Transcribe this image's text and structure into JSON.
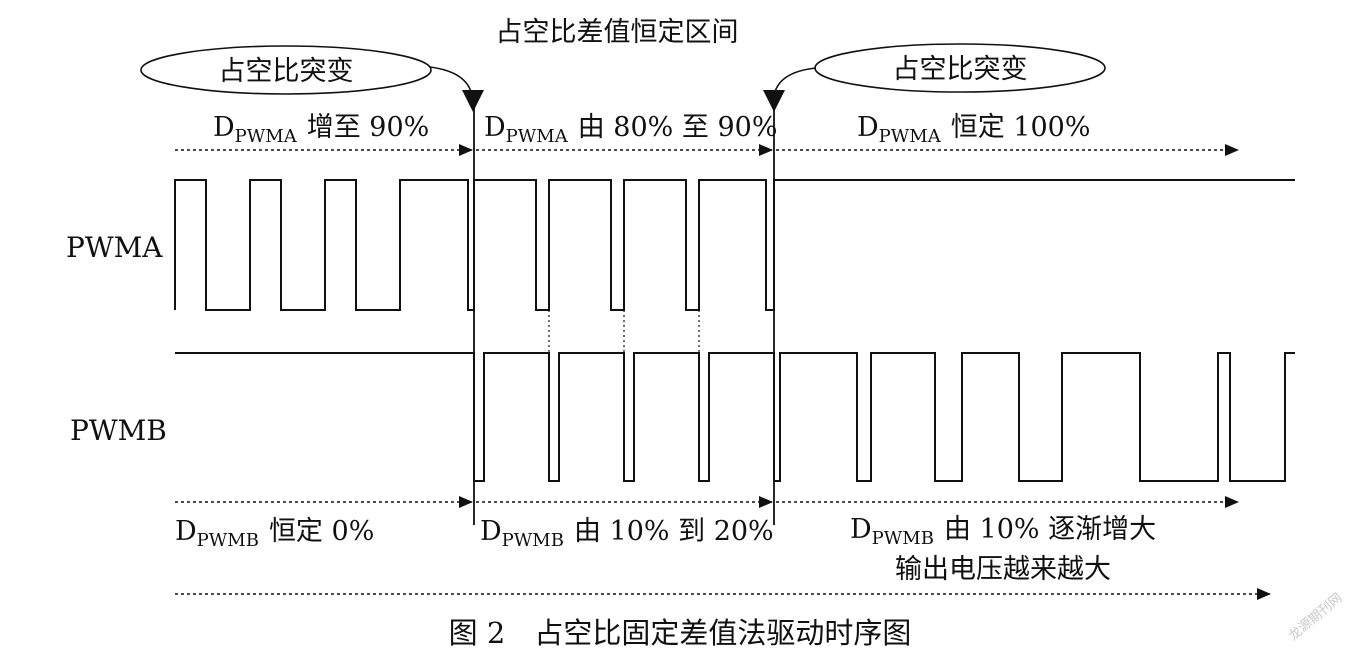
{
  "diagram": {
    "section_title": "占空比差值恒定区间",
    "callout_left": "占空比突变",
    "callout_right": "占空比突变",
    "phase1_top": {
      "symbol": "D",
      "subscript": "PWMA",
      "text": "增至 90%"
    },
    "phase2_top": {
      "symbol": "D",
      "subscript": "PWMA",
      "text": "由 80% 至 90%"
    },
    "phase3_top": {
      "symbol": "D",
      "subscript": "PWMA",
      "text": "恒定 100%"
    },
    "signal_a_label": "PWMA",
    "signal_b_label": "PWMB",
    "phase1_bottom": {
      "symbol": "D",
      "subscript": "PWMB",
      "text": "恒定 0%"
    },
    "phase2_bottom": {
      "symbol": "D",
      "subscript": "PWMB",
      "text": "由 10% 到 20%"
    },
    "phase3_bottom": {
      "symbol": "D",
      "subscript": "PWMB",
      "text": "由 10% 逐渐增大"
    },
    "output_note": "输出电压越来越大",
    "caption": "图 2　占空比固定差值法驱动时序图",
    "watermark": "龙源期刊网"
  },
  "colors": {
    "line": "#111111",
    "background": "#ffffff",
    "watermark": "#c8c8c8"
  }
}
